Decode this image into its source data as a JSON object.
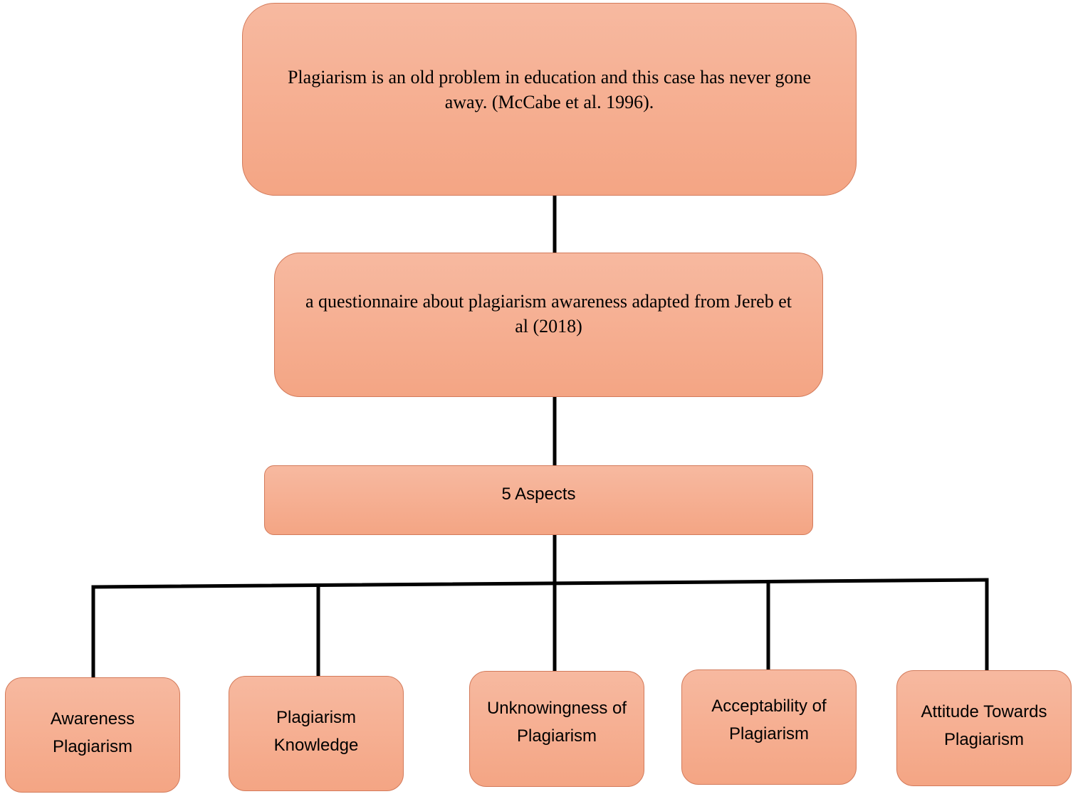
{
  "diagram": {
    "top_box": {
      "text": "Plagiarism is an old problem in education and this case has never gone away. (McCabe et al. 1996)."
    },
    "questionnaire_box": {
      "text": "a questionnaire about plagiarism awareness adapted from Jereb et al (2018)"
    },
    "aspects_box": {
      "text": "5 Aspects"
    },
    "aspects": [
      {
        "label": "Awareness Plagiarism"
      },
      {
        "label": "Plagiarism Knowledge"
      },
      {
        "label": "Unknowingness of Plagiarism"
      },
      {
        "label": "Acceptability of Plagiarism"
      },
      {
        "label": "Attitude Towards Plagiarism"
      }
    ],
    "colors": {
      "box_fill_top": "#f7b9a0",
      "box_fill_bottom": "#f4a584",
      "box_border": "#d37a5a",
      "connector": "#000000"
    }
  }
}
